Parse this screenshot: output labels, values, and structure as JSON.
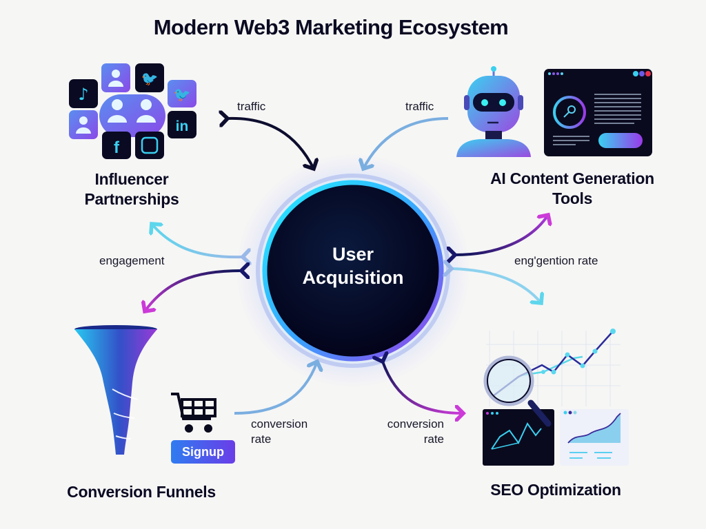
{
  "title": "Modern Web3 Marketing Ecosystem",
  "hub": {
    "label_line1": "User",
    "label_line2": "Acquisition"
  },
  "nodes": {
    "influencer": {
      "label_line1": "Influencer",
      "label_line2": "Partnerships",
      "icons": [
        "tiktok-icon",
        "user-icon",
        "twitter-icon",
        "twitter-icon",
        "group-users-icon",
        "user-icon",
        "linkedin-icon",
        "facebook-icon",
        "instagram-icon"
      ]
    },
    "ai_tools": {
      "label_line1": "AI Content Generation",
      "label_line2": "Tools",
      "icons": [
        "robot-icon",
        "content-editor-window-icon"
      ]
    },
    "funnels": {
      "label": "Conversion Funnels",
      "signup_button": "Signup",
      "icons": [
        "funnel-icon",
        "shopping-cart-icon"
      ]
    },
    "seo": {
      "label": "SEO Optimization",
      "icons": [
        "magnifier-icon",
        "line-chart-icon",
        "dark-chart-card-icon",
        "area-chart-card-icon"
      ]
    }
  },
  "edges": {
    "traffic_left": "traffic",
    "traffic_right": "traffic",
    "engagement_left": "engagement",
    "engagement_right": "eng'gention rate",
    "conversion_left_line1": "conversion",
    "conversion_left_line2": "rate",
    "conversion_right_line1": "conversion",
    "conversion_right_line2": "rate"
  },
  "colors": {
    "background": "#f6f6f5",
    "hub_fill": "#050520",
    "cyan": "#22e0f2",
    "purple": "#8a3ae6",
    "navy": "#14145a",
    "light_blue": "#7aaee0",
    "magenta": "#c23ad6"
  }
}
